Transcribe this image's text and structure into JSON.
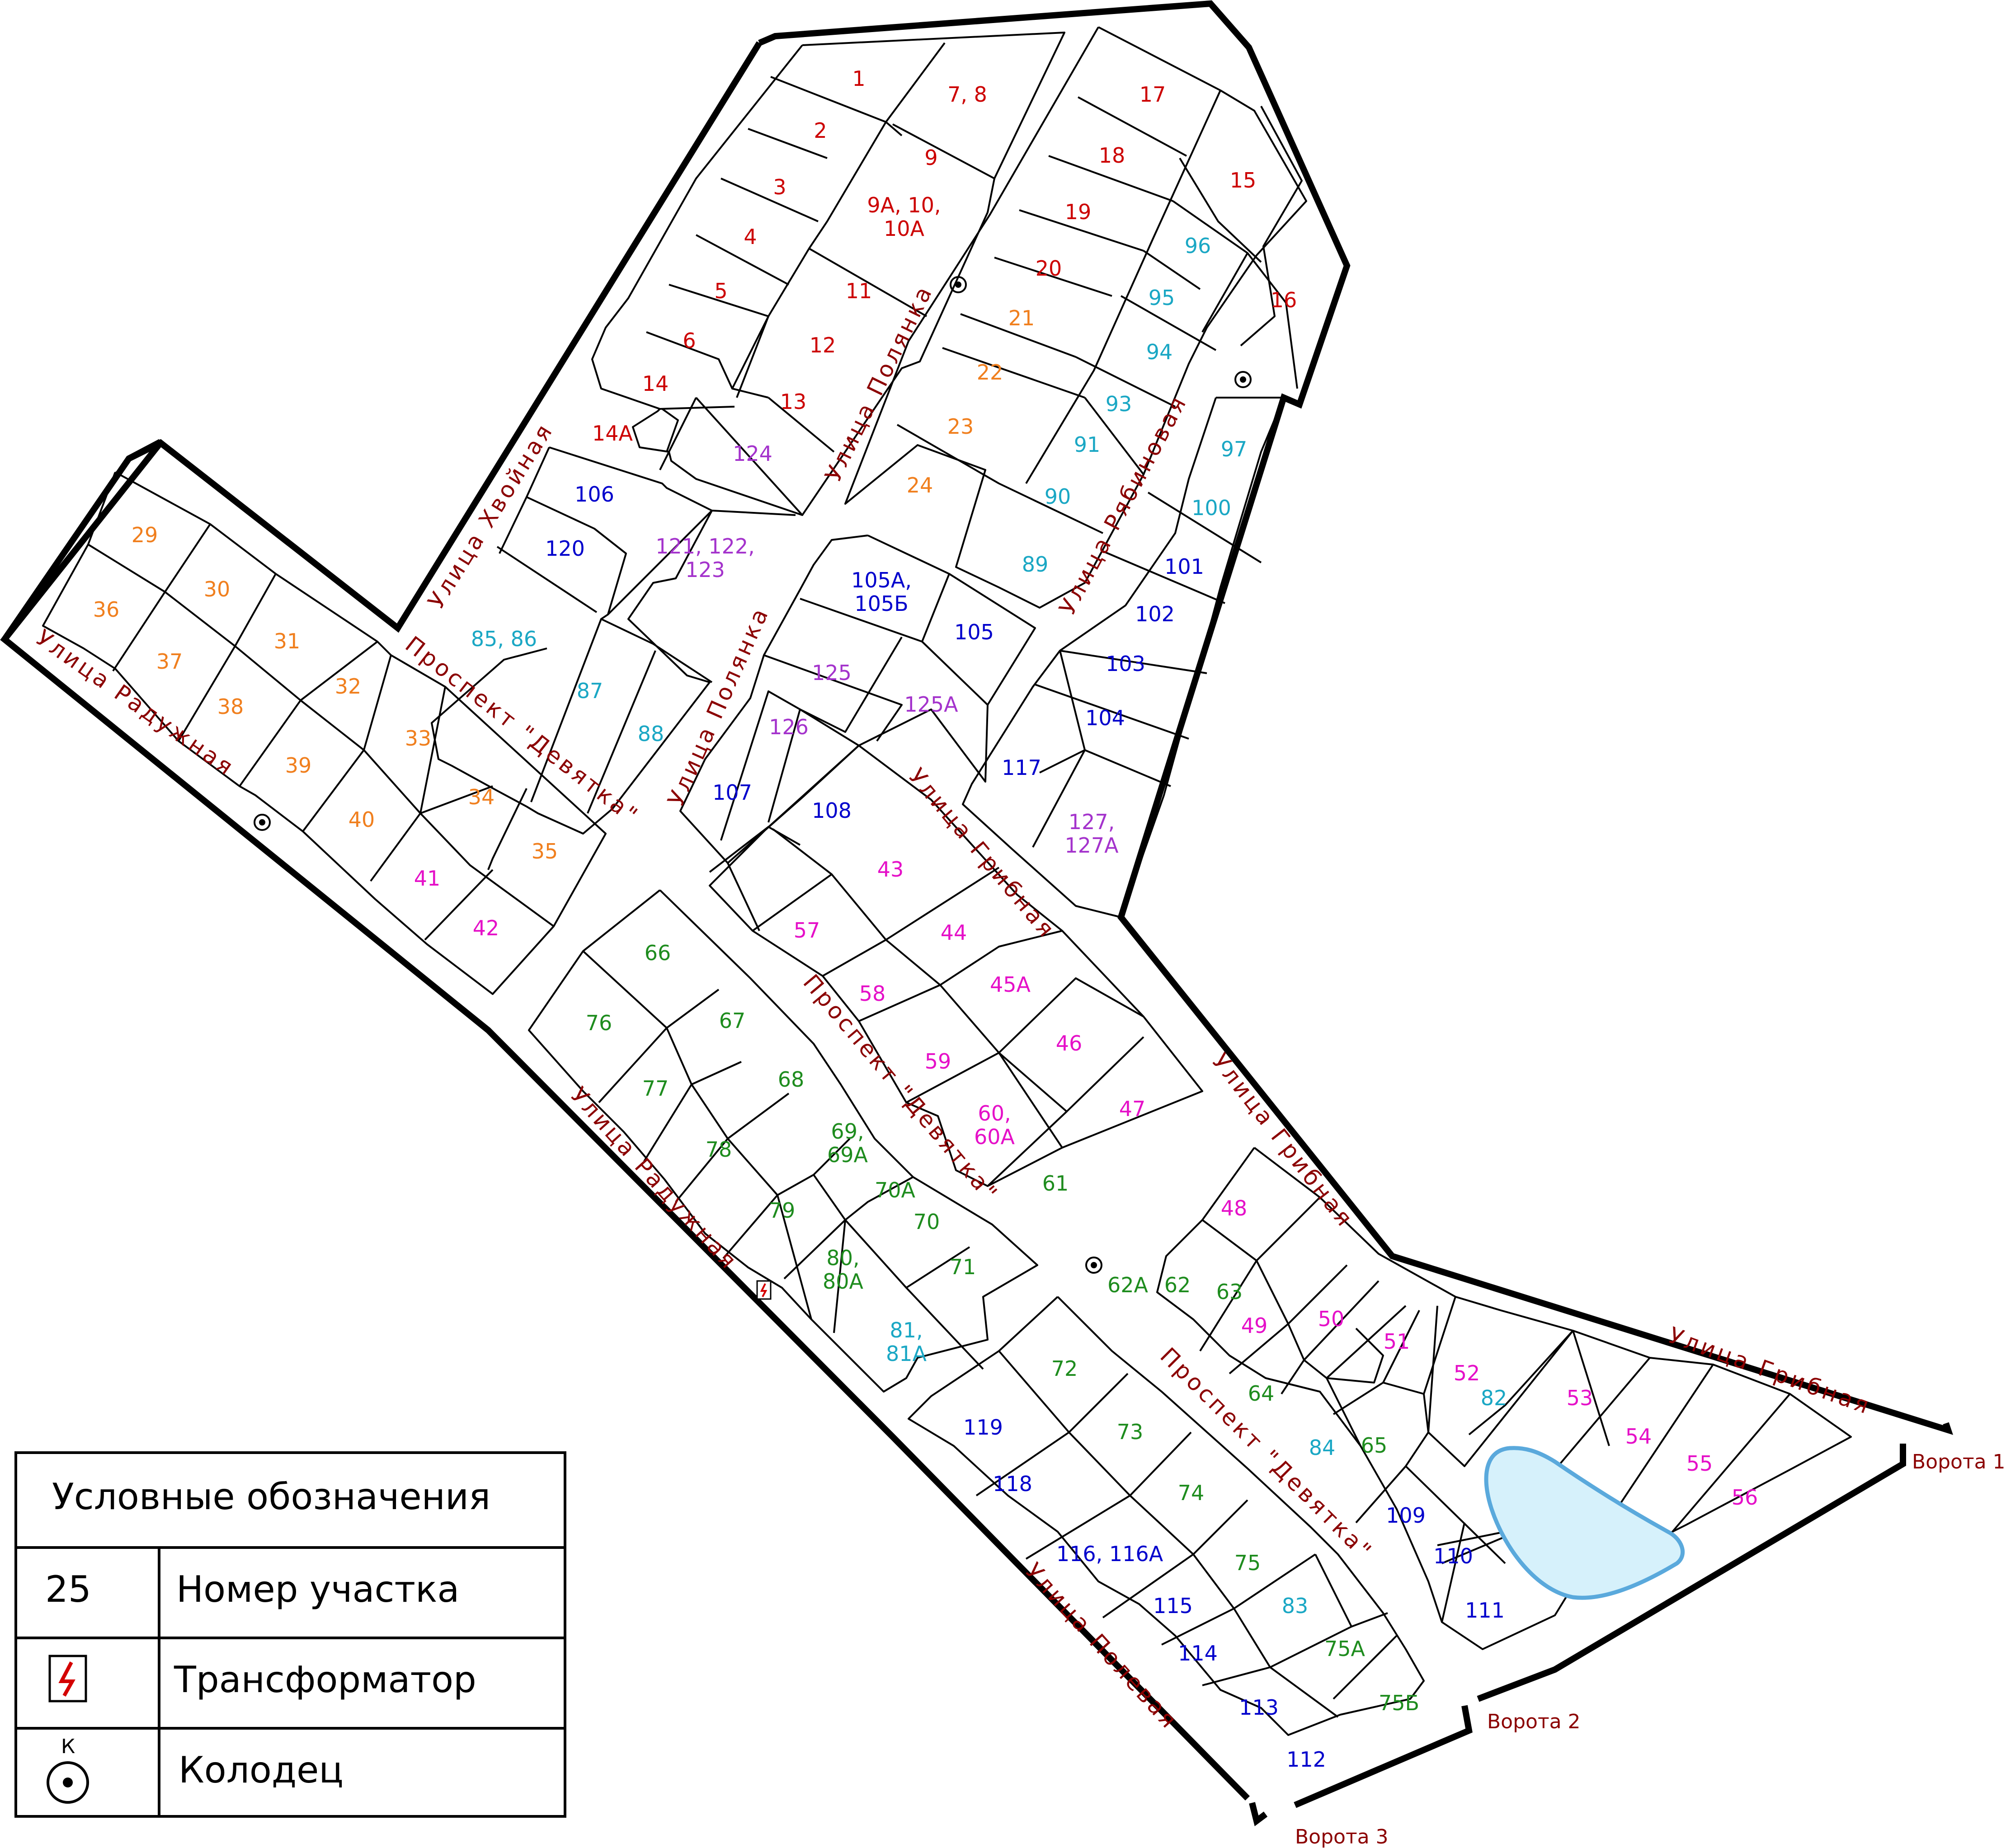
{
  "legend": {
    "title": "Условные обозначения",
    "plot_sample": "25",
    "plot_label": "Номер участка",
    "transformer_label": "Трансформатор",
    "well_mark": "К",
    "well_label": "Колодец"
  },
  "gates": {
    "gate1": "Ворота 1",
    "gate2": "Ворота 2",
    "gate3": "Ворота 3"
  },
  "streets": {
    "hvoynaya": "Улица Хвойная",
    "polyanka_1": "Улица Полянка",
    "polyanka_2": "Улица Полянка",
    "ryabinovaya": "Улица Рябиновая",
    "raduzhnaya_1": "Улица Радужная",
    "raduzhnaya_2": "Улица Радужная",
    "devyatka_1": "Проспект \"Девятка\"",
    "devyatka_2": "Проспект \"Девятка\"",
    "devyatka_3": "Проспект \"Девятка\"",
    "gribnaya_1": "Улица Грибная",
    "gribnaya_2": "Улица Грибная",
    "gribnaya_3": "Улица Грибная",
    "polevaya": "Улица Полевая"
  },
  "colors": {
    "red": "#cc0000",
    "orange": "#f07f1e",
    "cyan": "#1aa7c4",
    "blue": "#0000cc",
    "purple": "#a433cc",
    "magenta": "#e510c8",
    "green": "#1e8c1e",
    "street": "#8b0000",
    "pond_fill": "#d6f1fb",
    "pond_stroke": "#5aa9dc"
  },
  "plots": {
    "p1": "1",
    "p7_8": "7, 8",
    "p2": "2",
    "p9": "9",
    "p3": "3",
    "p9a_10_10a_l1": "9А, 10,",
    "p9a_10_10a_l2": "10А",
    "p4": "4",
    "p5": "5",
    "p11": "11",
    "p6": "6",
    "p12": "12",
    "p14": "14",
    "p13": "13",
    "p14a": "14А",
    "p17": "17",
    "p18": "18",
    "p15": "15",
    "p19": "19",
    "p20": "20",
    "p16": "16",
    "p21": "21",
    "p22": "22",
    "p23": "23",
    "p24": "24",
    "p29": "29",
    "p30": "30",
    "p36": "36",
    "p31": "31",
    "p37": "37",
    "p32": "32",
    "p38": "38",
    "p33": "33",
    "p39": "39",
    "p34": "34",
    "p40": "40",
    "p35": "35",
    "p96": "96",
    "p95": "95",
    "p94": "94",
    "p93": "93",
    "p91": "91",
    "p97": "97",
    "p90": "90",
    "p100": "100",
    "p89": "89",
    "p85_86": "85, 86",
    "p87": "87",
    "p88": "88",
    "p81_81a_l1": "81,",
    "p81_81a_l2": "81А",
    "p82": "82",
    "p84": "84",
    "p83": "83",
    "p106": "106",
    "p120": "120",
    "p105a_105b_l1": "105А,",
    "p105a_105b_l2": "105Б",
    "p105": "105",
    "p101": "101",
    "p102": "102",
    "p103": "103",
    "p104": "104",
    "p117": "117",
    "p107": "107",
    "p108": "108",
    "p119": "119",
    "p118": "118",
    "p116_116a": "116, 116А",
    "p115": "115",
    "p114": "114",
    "p113": "113",
    "p112": "112",
    "p109": "109",
    "p110": "110",
    "p111": "111",
    "p124": "124",
    "p121_122_123_l1": "121, 122,",
    "p121_122_123_l2": "123",
    "p125": "125",
    "p125a": "125А",
    "p126": "126",
    "p127_127a_l1": "127,",
    "p127_127a_l2": "127А",
    "p41": "41",
    "p42": "42",
    "p43": "43",
    "p44": "44",
    "p57": "57",
    "p58": "58",
    "p45a": "45А",
    "p46": "46",
    "p59": "59",
    "p60_60a_l1": "60,",
    "p60_60a_l2": "60А",
    "p47": "47",
    "p48": "48",
    "p49": "49",
    "p50": "50",
    "p51": "51",
    "p52": "52",
    "p53": "53",
    "p54": "54",
    "p55": "55",
    "p56": "56",
    "p66": "66",
    "p76": "76",
    "p67": "67",
    "p77": "77",
    "p68": "68",
    "p78": "78",
    "p69_69a_l1": "69,",
    "p69_69a_l2": "69А",
    "p70a": "70А",
    "p79": "79",
    "p70": "70",
    "p80_80a_l1": "80,",
    "p80_80a_l2": "80А",
    "p71": "71",
    "p61": "61",
    "p62a": "62А",
    "p62": "62",
    "p63": "63",
    "p64": "64",
    "p65": "65",
    "p72": "72",
    "p73": "73",
    "p74": "74",
    "p75": "75",
    "p75a": "75А",
    "p75b": "75Б"
  }
}
